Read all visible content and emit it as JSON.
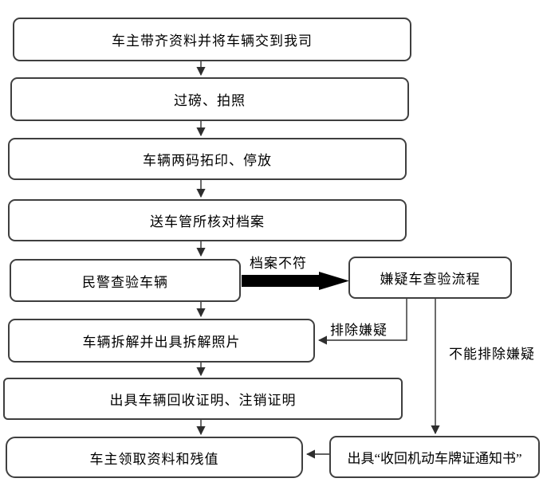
{
  "diagram": {
    "type": "flowchart",
    "nodes": [
      {
        "id": "step-deliver",
        "label": "车主带齐资料并将车辆交到我司"
      },
      {
        "id": "step-weigh",
        "label": "过磅、拍照"
      },
      {
        "id": "step-rubbing",
        "label": "车辆两码拓印、停放"
      },
      {
        "id": "step-archive",
        "label": "送车管所核对档案"
      },
      {
        "id": "step-police",
        "label": "民警查验车辆"
      },
      {
        "id": "step-suspect",
        "label": "嫌疑车查验流程"
      },
      {
        "id": "step-dismantle",
        "label": "车辆拆解并出具拆解照片"
      },
      {
        "id": "step-cert",
        "label": "出具车辆回收证明、注销证明"
      },
      {
        "id": "step-owner",
        "label": "车主领取资料和残值"
      },
      {
        "id": "step-notice",
        "label": "出具“收回机动车牌证通知书”"
      }
    ],
    "edge_labels": [
      {
        "id": "label-mismatch",
        "text": "档案不符"
      },
      {
        "id": "label-cleared",
        "text": "排除嫌疑"
      },
      {
        "id": "label-not-cleared",
        "text": "不能排除嫌疑"
      }
    ],
    "edges": [
      {
        "from": "step-deliver",
        "to": "step-weigh",
        "label": ""
      },
      {
        "from": "step-weigh",
        "to": "step-rubbing",
        "label": ""
      },
      {
        "from": "step-rubbing",
        "to": "step-archive",
        "label": ""
      },
      {
        "from": "step-archive",
        "to": "step-police",
        "label": ""
      },
      {
        "from": "step-police",
        "to": "step-suspect",
        "label": "档案不符",
        "style": "thick"
      },
      {
        "from": "step-police",
        "to": "step-dismantle",
        "label": ""
      },
      {
        "from": "step-suspect",
        "to": "step-dismantle",
        "label": "排除嫌疑"
      },
      {
        "from": "step-suspect",
        "to": "step-notice",
        "label": "不能排除嫌疑"
      },
      {
        "from": "step-dismantle",
        "to": "step-cert",
        "label": ""
      },
      {
        "from": "step-cert",
        "to": "step-owner",
        "label": ""
      },
      {
        "from": "step-notice",
        "to": "step-owner",
        "label": ""
      }
    ],
    "colors": {
      "background": "#ffffff",
      "node_border": "#3f3f3f",
      "connector": "#2e2e2e",
      "emphasis_arrow": "#000000",
      "text": "#000000"
    }
  }
}
